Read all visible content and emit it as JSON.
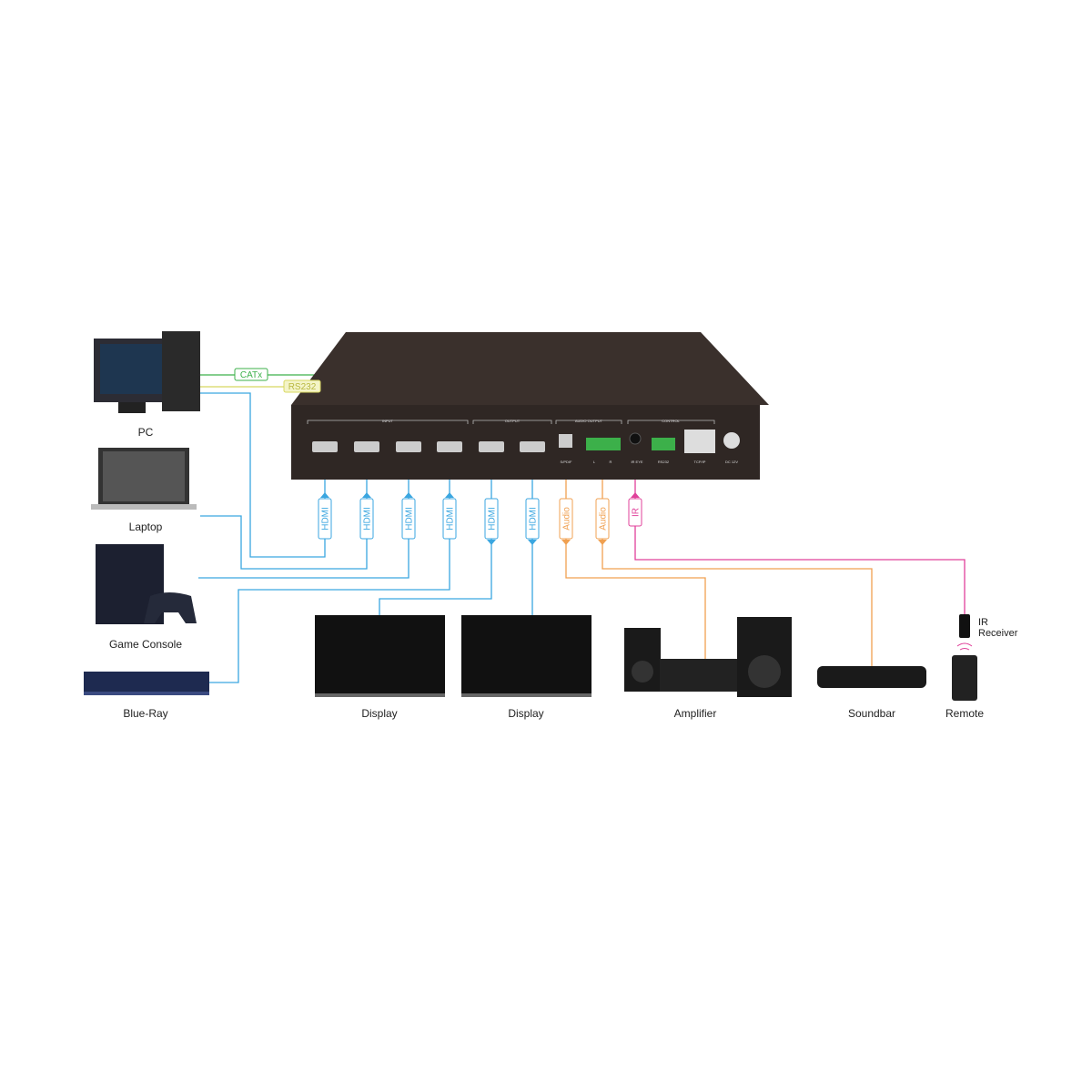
{
  "devices": {
    "pc": "PC",
    "laptop": "Laptop",
    "game_console": "Game Console",
    "blue_ray": "Blue-Ray",
    "display_1": "Display",
    "display_2": "Display",
    "amplifier": "Amplifier",
    "soundbar": "Soundbar",
    "ir_receiver": "IR Receiver",
    "remote": "Remote"
  },
  "cables": {
    "catx": "CATx",
    "rs232": "RS232",
    "hdmi": "HDMI",
    "audio": "Audio",
    "ir": "IR"
  },
  "panel": {
    "input": "INPUT",
    "output": "OUTPUT",
    "audio_output": "AUDIO OUTPUT",
    "control": "CONTROL",
    "spdif": "S/PDIF",
    "l": "L",
    "r": "R",
    "ir_eye": "IR EYE",
    "rs232": "RS232",
    "tcpip": "TCP/IP",
    "dc": "DC 12V"
  },
  "colors": {
    "hdmi": "#3aa6e0",
    "audio": "#f0a050",
    "ir": "#e0409a",
    "catx": "#3cb04a",
    "rs232": "#d8d860"
  }
}
